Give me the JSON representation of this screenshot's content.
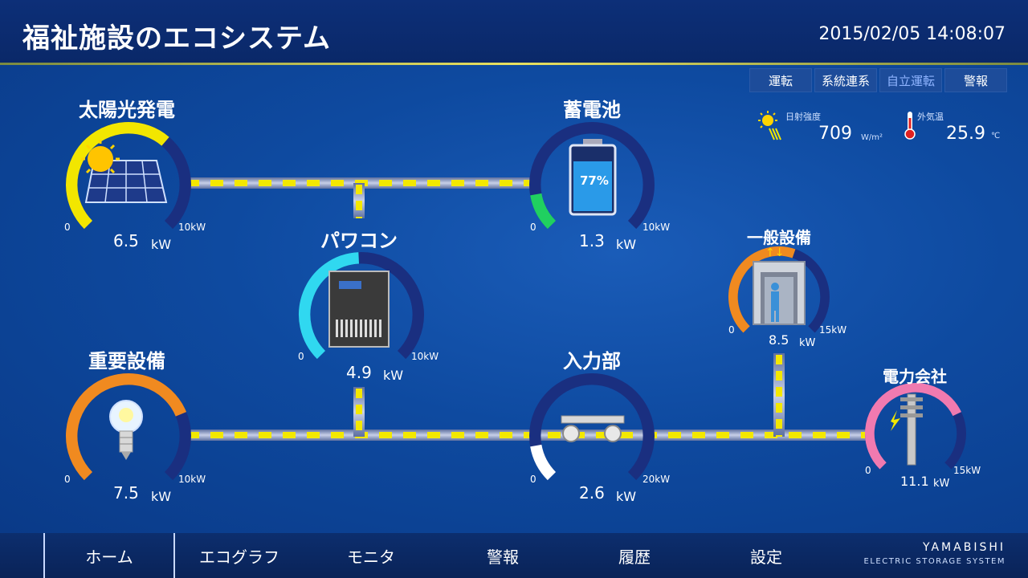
{
  "header": {
    "title": "福祉施設のエコシステム",
    "datetime": "2015/02/05 14:08:07"
  },
  "status_buttons": [
    {
      "label": "運転",
      "active": false
    },
    {
      "label": "系統連系",
      "active": false
    },
    {
      "label": "自立運転",
      "active": true
    },
    {
      "label": "警報",
      "active": false
    }
  ],
  "environment": {
    "irradiance_label": "日射強度",
    "irradiance_value": "709",
    "irradiance_unit": "W/m²",
    "temp_label": "外気温",
    "temp_value": "25.9",
    "temp_unit": "℃"
  },
  "nodes": {
    "solar": {
      "title": "太陽光発電",
      "min": "0",
      "max": "10kW",
      "value": "6.5",
      "unit": "kW",
      "fraction": 0.65,
      "color": "#f2e600"
    },
    "battery": {
      "title": "蓄電池",
      "min": "0",
      "max": "10kW",
      "value": "1.3",
      "unit": "kW",
      "fraction": 0.13,
      "color": "#20d060",
      "soc": "77%"
    },
    "pcs": {
      "title": "パワコン",
      "min": "0",
      "max": "10kW",
      "value": "4.9",
      "unit": "kW",
      "fraction": 0.49,
      "color": "#30d8f0"
    },
    "general": {
      "title": "一般設備",
      "min": "0",
      "max": "15kW",
      "value": "8.5",
      "unit": "kW",
      "fraction": 0.57,
      "color": "#f08a20"
    },
    "critical": {
      "title": "重要設備",
      "min": "0",
      "max": "10kW",
      "value": "7.5",
      "unit": "kW",
      "fraction": 0.75,
      "color": "#f08a20"
    },
    "input": {
      "title": "入力部",
      "min": "0",
      "max": "20kW",
      "value": "2.6",
      "unit": "kW",
      "fraction": 0.13,
      "color": "#ffffff"
    },
    "utility": {
      "title": "電力会社",
      "min": "0",
      "max": "15kW",
      "value": "11.1",
      "unit": "kW",
      "fraction": 0.74,
      "color": "#f07ab0"
    }
  },
  "nav": [
    "ホーム",
    "エコグラフ",
    "モニタ",
    "警報",
    "履歴",
    "設定"
  ],
  "brand": {
    "name": "YAMABISHI",
    "sub": "ELECTRIC STORAGE SYSTEM"
  }
}
